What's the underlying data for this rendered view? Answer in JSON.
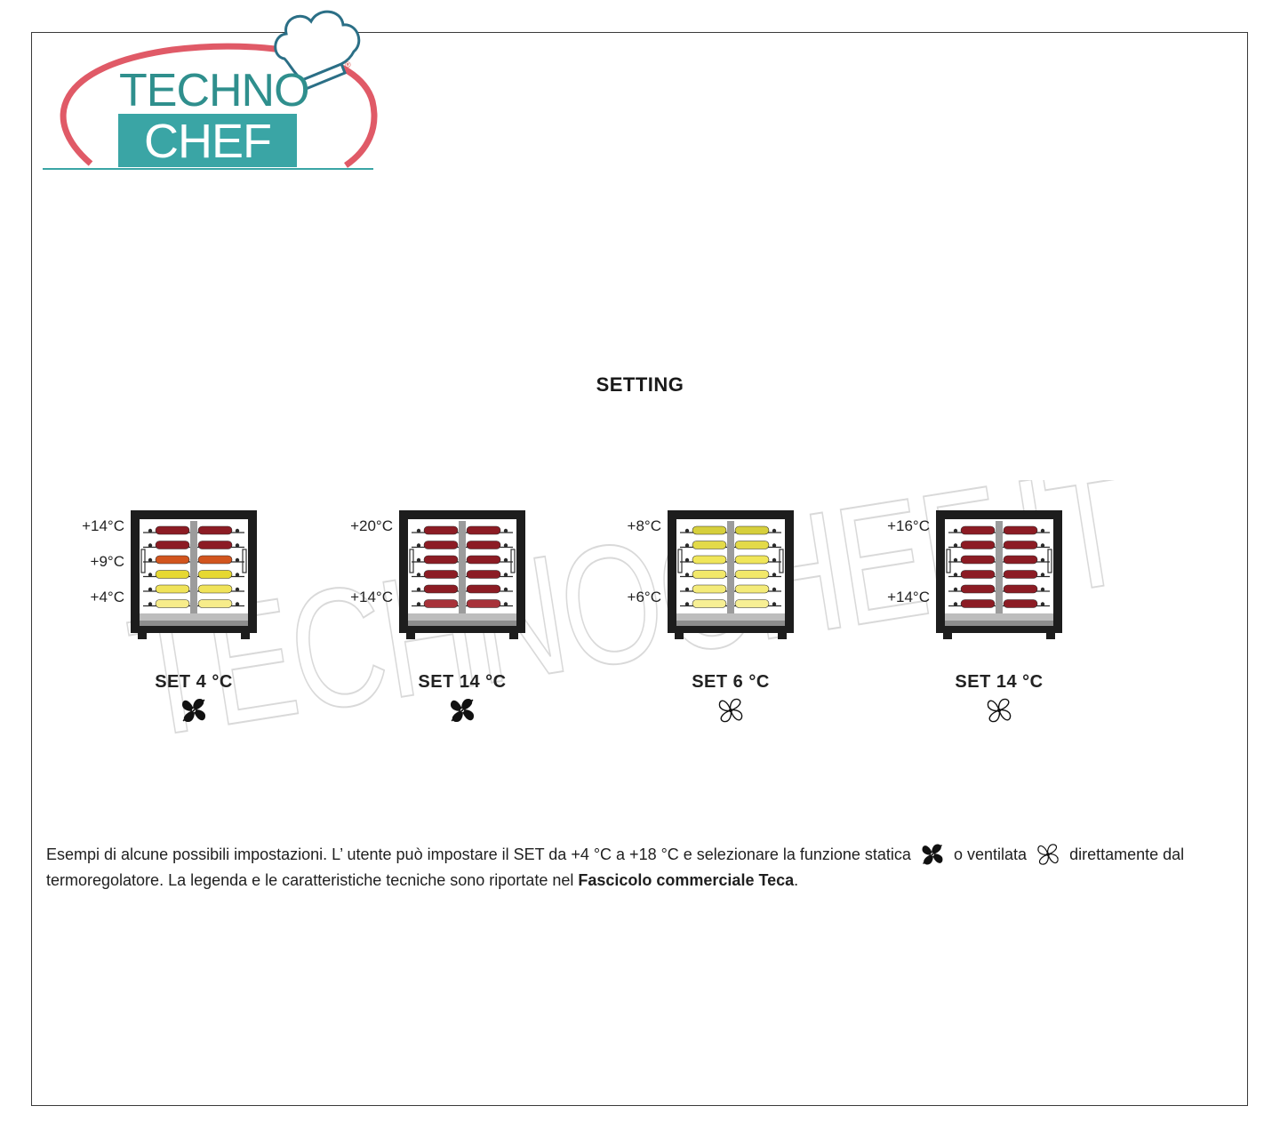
{
  "logo": {
    "line1": "TECHNO",
    "line2": "CHEF",
    "registered": "®",
    "brand_colors": {
      "teal": "#3aa5a5",
      "ring": "#e05a67"
    }
  },
  "title": "SETTING",
  "watermark": "TECHNOCHEF.IT",
  "units": [
    {
      "top_label": "+14°C",
      "mid_label": "+9°C",
      "bot_label": "+4°C",
      "set_label": "SET 4 °C",
      "mode": "static",
      "shelf_colors": [
        "#8c1c24",
        "#8c1c24",
        "#d2551e",
        "#e6d832",
        "#f0e35a",
        "#f7ec8a"
      ]
    },
    {
      "top_label": "+20°C",
      "mid_label": "",
      "bot_label": "+14°C",
      "set_label": "SET 14 °C",
      "mode": "static",
      "shelf_colors": [
        "#8c1c24",
        "#8c1c24",
        "#8c1c24",
        "#8c1c24",
        "#8c1c24",
        "#a8323a"
      ]
    },
    {
      "top_label": "+8°C",
      "mid_label": "",
      "bot_label": "+6°C",
      "set_label": "SET 6 °C",
      "mode": "ventilated",
      "shelf_colors": [
        "#d6cf3c",
        "#e3da48",
        "#f0e65a",
        "#f2e86a",
        "#f4eb7a",
        "#f7ef94"
      ]
    },
    {
      "top_label": "+16°C",
      "mid_label": "",
      "bot_label": "+14°C",
      "set_label": "SET 14 °C",
      "mode": "ventilated",
      "shelf_colors": [
        "#8c1c24",
        "#8c1c24",
        "#8c1c24",
        "#8c1c24",
        "#8c1c24",
        "#8c1c24"
      ]
    }
  ],
  "caption": {
    "part1": "Esempi di alcune possibili impostazioni. L’ utente può impostare il SET da  +4 °C a  +18 °C  e selezionare la funzione statica",
    "part2": " o ventilata",
    "part3": "direttamente dal termoregolatore. La legenda e le caratteristiche tecniche sono riportate nel ",
    "bold": "Fascicolo commerciale Teca",
    "end": "."
  }
}
